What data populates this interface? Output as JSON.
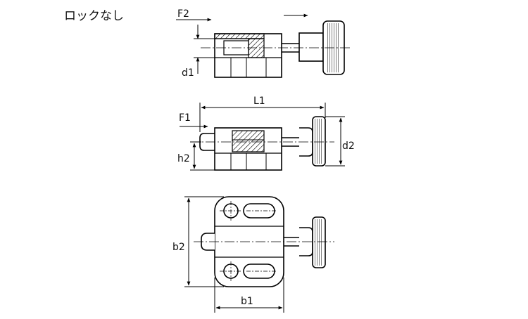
{
  "title": "ロックなし",
  "labels": {
    "F2": "F2",
    "d1": "d1",
    "L1": "L1",
    "F1": "F1",
    "d2": "d2",
    "h2": "h2",
    "b2": "b2",
    "b1": "b1"
  }
}
